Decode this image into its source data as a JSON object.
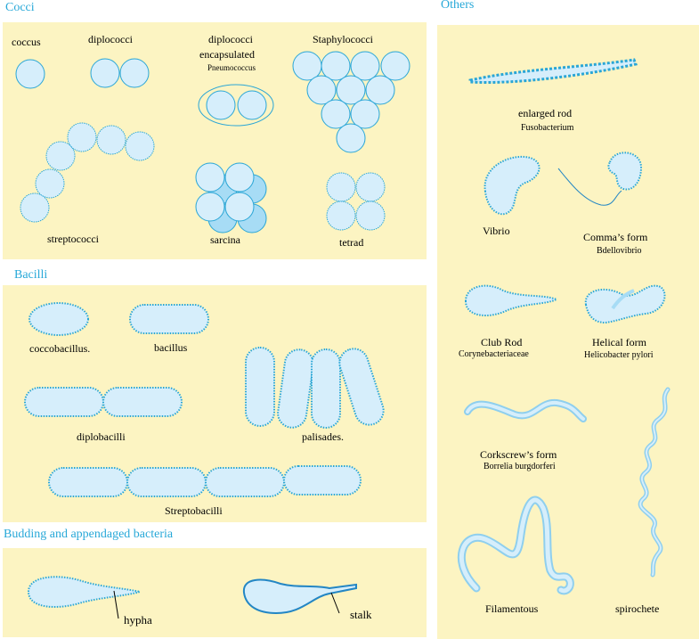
{
  "colors": {
    "panel": "#fcf4c2",
    "title": "#27a8d8",
    "fill": "#d6eefb",
    "stroke": "#2aa6d6",
    "dark_fill": "#a7dcf5"
  },
  "sections": {
    "cocci": "Cocci",
    "bacilli": "Bacilli",
    "budding": "Budding and appendaged bacteria",
    "others": "Others"
  },
  "cocci": {
    "coccus": "coccus",
    "diplococci": "diplococci",
    "diplococci_encapsulated": "diplococci",
    "encapsulated": "encapsulated",
    "pneumococcus": "Pneumococcus",
    "staphylococci": "Staphylococci",
    "streptococci": "streptococci",
    "sarcina": "sarcina",
    "tetrad": "tetrad"
  },
  "bacilli": {
    "coccobacillus": "coccobacillus.",
    "bacillus": "bacillus",
    "diplobacilli": "diplobacilli",
    "palisades": "palisades.",
    "streptobacilli": "Streptobacilli"
  },
  "budding": {
    "hypha": "hypha",
    "stalk": "stalk"
  },
  "others": {
    "enlarged_rod": "enlarged rod",
    "fusobacterium": "Fusobacterium",
    "vibrio": "Vibrio",
    "comma_form": "Comma’s form",
    "bdellovibrio": "Bdellovibrio",
    "club_rod": "Club Rod",
    "corynebacteriaceae": "Corynebacteriaceae",
    "helical_form": "Helical form",
    "helicobacter": "Helicobacter pylori",
    "corkscrew": "Corkscrew’s form",
    "borrelia": "Borrelia burgdorferi",
    "filamentous": "Filamentous",
    "spirochete": "spirochete"
  }
}
